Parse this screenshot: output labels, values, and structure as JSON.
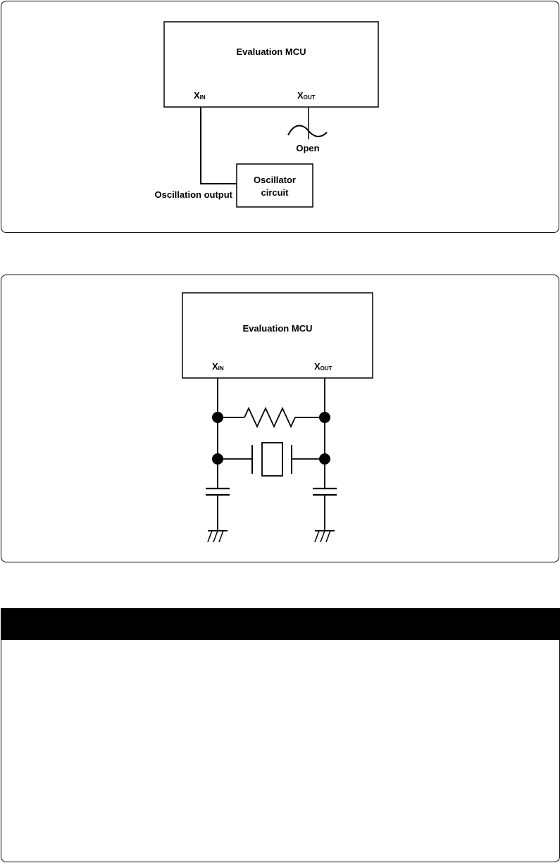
{
  "diagram1": {
    "mcu_label": "Evaluation MCU",
    "xin_main": "X",
    "xin_sub": "IN",
    "xout_main": "X",
    "xout_sub": "OUT",
    "open_label": "Open",
    "osc_line1": "Oscillator",
    "osc_line2": "circuit",
    "osc_output_label": "Oscillation output"
  },
  "diagram2": {
    "mcu_label": "Evaluation MCU",
    "xin_main": "X",
    "xin_sub": "IN",
    "xout_main": "X",
    "xout_sub": "OUT"
  },
  "note": {
    "header": "",
    "body": ""
  }
}
